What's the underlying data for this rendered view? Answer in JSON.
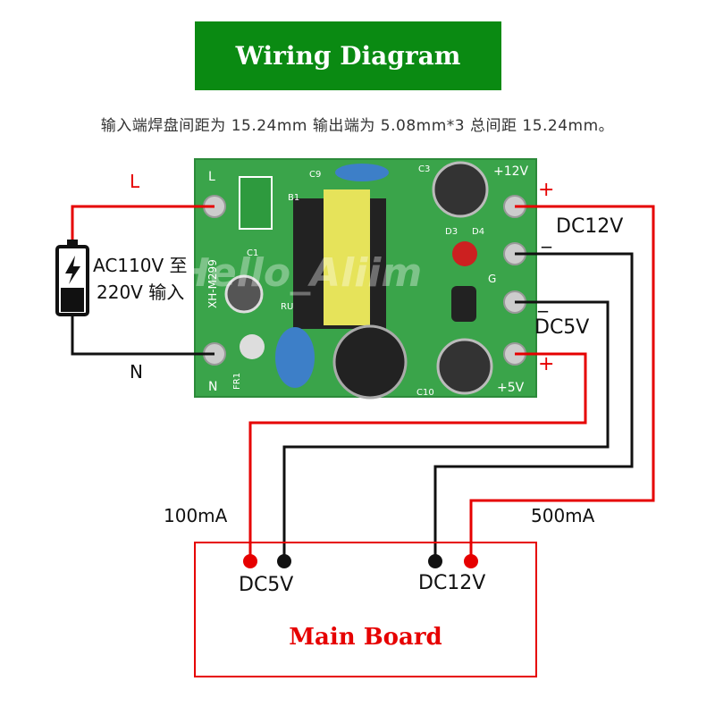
{
  "title": "Wiring Diagram",
  "subtitle": "输入端焊盘间距为 15.24mm 输出端为 5.08mm*3 总间距 15.24mm。",
  "labels": {
    "L": "L",
    "N": "N",
    "plus_top": "+",
    "minus_top": "_",
    "dc12v_right": "DC12V",
    "minus_mid": "_",
    "dc5v_right": "DC5V",
    "plus_bottom": "+",
    "input_line1": "AC110V 至",
    "input_line2": "220V 输入",
    "current_100": "100mA",
    "current_500": "500mA",
    "mb_dc5v": "DC5V",
    "mb_dc12v": "DC12V",
    "main_board": "Main Board"
  },
  "board": {
    "pin_L": "L",
    "pin_N": "N",
    "plus12": "+12V",
    "plus5": "+5V",
    "model": "XH-M299",
    "c1": "C1",
    "c3": "C3",
    "c9": "C9",
    "b1": "B1",
    "d3": "D3",
    "d4": "D4",
    "g": "G",
    "fr1": "FR1",
    "c10": "C10",
    "ru": "RU"
  },
  "watermark": "Hello_Aliim",
  "colors": {
    "title_bg": "#0a8a12",
    "wire_red": "#e60000",
    "wire_black": "#111111",
    "pcb_green": "#3aa44a",
    "main_board_text": "#e60000"
  }
}
